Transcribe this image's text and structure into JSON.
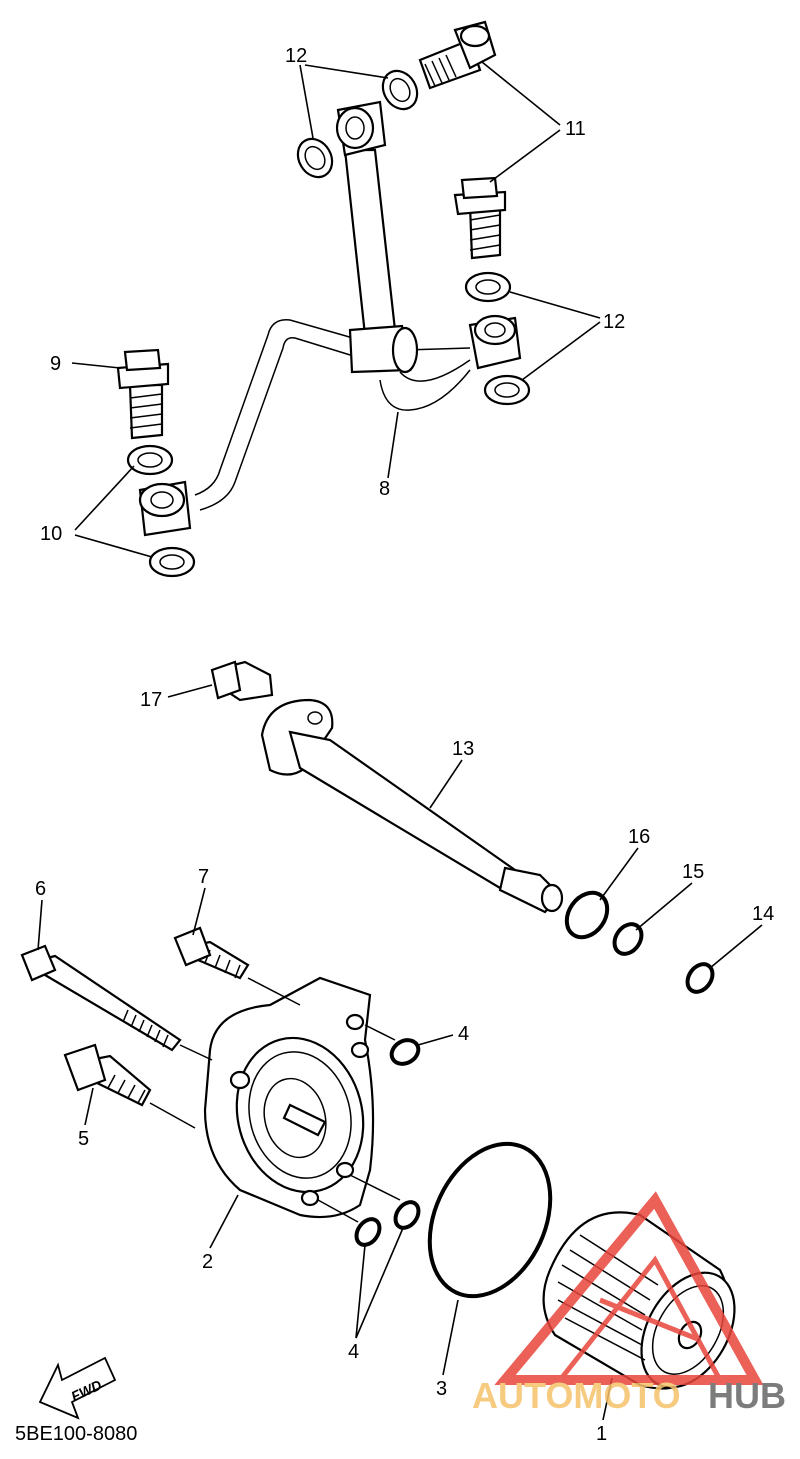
{
  "diagram": {
    "part_labels": {
      "p1": "1",
      "p2": "2",
      "p3": "3",
      "p4a": "4",
      "p4b": "4",
      "p5": "5",
      "p6": "6",
      "p7": "7",
      "p8": "8",
      "p9": "9",
      "p10": "10",
      "p11": "11",
      "p12a": "12",
      "p12b": "12",
      "p13": "13",
      "p14": "14",
      "p15": "15",
      "p16": "16",
      "p17": "17"
    },
    "fwd_label": "FWD",
    "diagram_code": "5BE100-8080"
  },
  "watermark": {
    "text_a": "AUTOMOTO",
    "text_b": "HUB",
    "color_a": "#f5c26b",
    "color_b": "#666666",
    "logo_color": "#e8463c"
  }
}
